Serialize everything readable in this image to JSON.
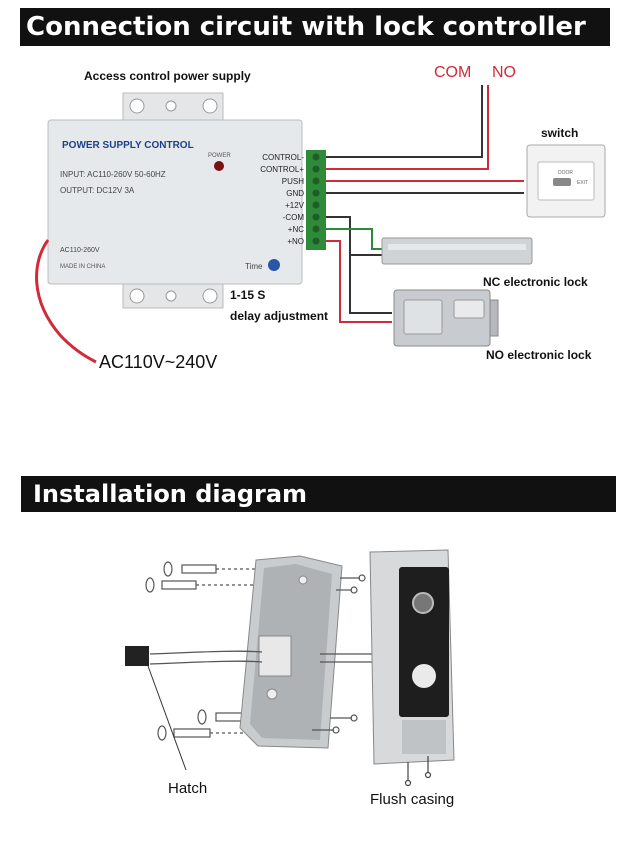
{
  "section1": {
    "title": "Connection circuit with lock controller",
    "supply_label": "Access control power supply",
    "com_label": "COM",
    "no_label": "NO",
    "switch_label": "switch",
    "nc_lock_label": "NC electronic lock",
    "no_lock_label": "NO electronic lock",
    "delay_range": "1-15 S",
    "delay_label": "delay adjustment",
    "ac_label": "AC110V~240V",
    "box": {
      "title": "POWER SUPPLY CONTROL",
      "input": "INPUT: AC110-260V 50-60HZ",
      "output": "OUTPUT:  DC12V  3A",
      "power": "POWER",
      "ac_small": "AC110-260V",
      "made_in": "MADE IN CHINA",
      "time": "Time"
    },
    "terminals": [
      "CONTROL-",
      "CONTROL+",
      "PUSH",
      "GND",
      "+12V",
      "-COM",
      "+NC",
      "+NO"
    ],
    "button_text": [
      "DOOR",
      "EXIT"
    ],
    "colors": {
      "red_wire": "#d22a3a",
      "dark_wire": "#333333",
      "terminal_green": "#2f8a3a",
      "box_bg": "#e6e9ec"
    }
  },
  "section2": {
    "title": "Installation diagram",
    "hatch_label": "Hatch",
    "flush_label": "Flush casing"
  }
}
